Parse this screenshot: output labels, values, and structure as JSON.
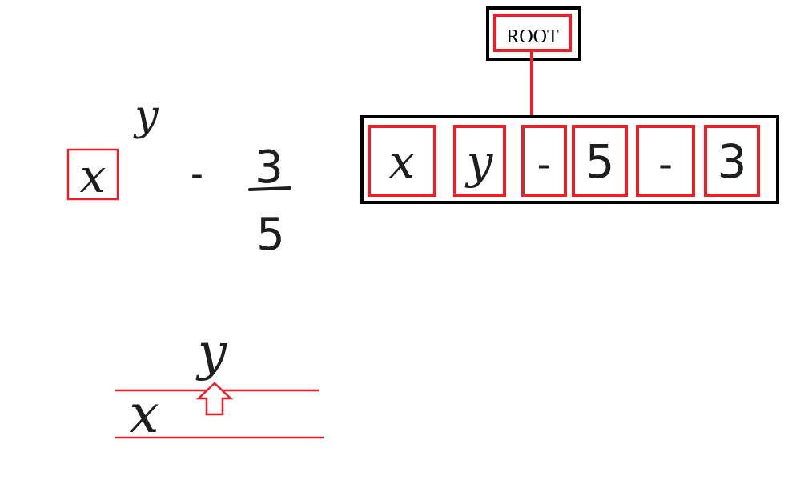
{
  "expression": {
    "base": "x",
    "superscript": "y",
    "operator": "-",
    "fraction_numerator": "3",
    "fraction_denominator": "5"
  },
  "tree": {
    "root_label": "ROOT",
    "symbols": [
      "x",
      "y",
      "-",
      "5",
      "-",
      "3"
    ]
  },
  "baseline_example": {
    "base": "x",
    "superscript": "y"
  },
  "colors": {
    "highlight": "#e8202a",
    "frame": "#000000",
    "ink": "#1e1e1e"
  }
}
